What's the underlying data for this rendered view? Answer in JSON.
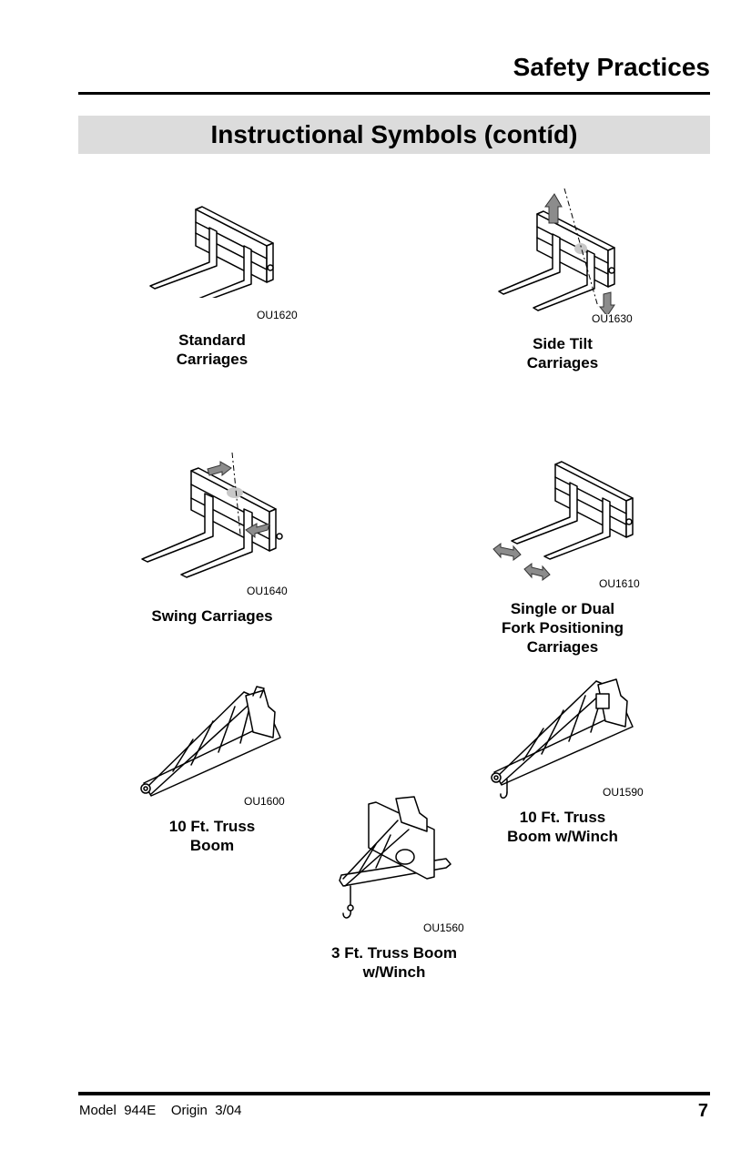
{
  "header": {
    "title": "Safety Practices"
  },
  "section": {
    "title": "Instructional Symbols (contíd)"
  },
  "figures": [
    {
      "code": "OU1620",
      "caption": "Standard\nCarriages",
      "icon": "standard-carriage"
    },
    {
      "code": "OU1630",
      "caption": "Side Tilt\nCarriages",
      "icon": "side-tilt-carriage"
    },
    {
      "code": "OU1640",
      "caption": "Swing Carriages",
      "icon": "swing-carriage"
    },
    {
      "code": "OU1610",
      "caption": "Single or Dual\nFork Positioning\nCarriages",
      "icon": "fork-positioning-carriage"
    },
    {
      "code": "OU1600",
      "caption": "10 Ft. Truss\nBoom",
      "icon": "truss-boom"
    },
    {
      "code": "OU1590",
      "caption": "10 Ft. Truss\nBoom w/Winch",
      "icon": "truss-boom-winch"
    },
    {
      "code": "OU1560",
      "caption": "3 Ft. Truss Boom\nw/Winch",
      "icon": "short-truss-boom-winch"
    }
  ],
  "footer": {
    "model": "Model  944E    Origin  3/04",
    "page": "7"
  },
  "colors": {
    "band": "#dcdcdc",
    "arrow": "#8c8c8c",
    "text": "#000000"
  }
}
